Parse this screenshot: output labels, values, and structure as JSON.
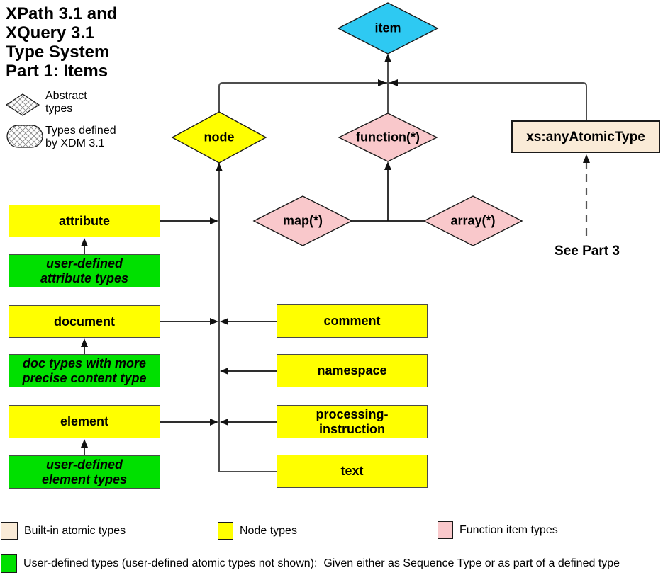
{
  "title": "XPath 3.1 and\nXQuery 3.1\nType System\nPart 1: Items",
  "legend_top": {
    "abstract_label": "Abstract\ntypes",
    "xdm_label": "Types defined\nby XDM 3.1"
  },
  "nodes": {
    "item": "item",
    "node": "node",
    "function": "function(*)",
    "map": "map(*)",
    "array": "array(*)",
    "any_atomic": "xs:anyAtomicType",
    "attribute": "attribute",
    "user_attribute": "user-defined\nattribute types",
    "document": "document",
    "doc_types": "doc types with more\nprecise content type",
    "element": "element",
    "user_element": "user-defined\nelement types",
    "comment": "comment",
    "namespace": "namespace",
    "processing_instruction": "processing-\ninstruction",
    "text": "text"
  },
  "annotations": {
    "see_part3": "See Part 3"
  },
  "legend_bottom": {
    "builtin": "Built-in atomic types",
    "node_types": "Node types",
    "function_types": "Function item types",
    "user_defined": "User-defined types (user-defined atomic types not shown):  Given either as Sequence Type or as part of a defined type"
  },
  "colors": {
    "cyan": "#2ec9f2",
    "yellow": "#ffff00",
    "pink": "#f9c8cb",
    "green": "#00e000",
    "beige": "#faebd7"
  }
}
